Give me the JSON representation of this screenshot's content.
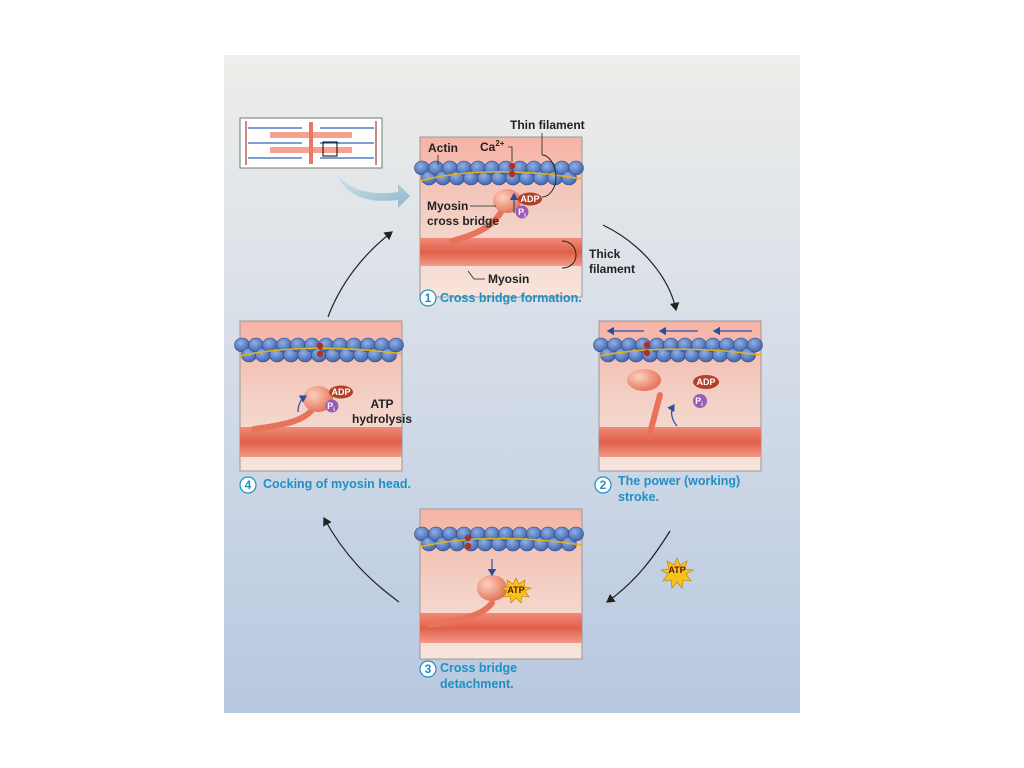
{
  "labels": {
    "thin_filament": "Thin filament",
    "actin": "Actin",
    "calcium": "Ca",
    "calcium_charge": "2+",
    "myosin_cross_bridge_line1": "Myosin",
    "myosin_cross_bridge_line2": "cross bridge",
    "thick_filament_line1": "Thick",
    "thick_filament_line2": "filament",
    "myosin": "Myosin",
    "atp_hydrolysis_line1": "ATP",
    "atp_hydrolysis_line2": "hydrolysis",
    "adp": "ADP",
    "pi_base": "P",
    "pi_sub": "i",
    "atp": "ATP"
  },
  "steps": [
    {
      "number": "1",
      "caption_line1": "Cross bridge formation.",
      "caption_line2": ""
    },
    {
      "number": "2",
      "caption_line1": "The power (working)",
      "caption_line2": "stroke."
    },
    {
      "number": "3",
      "caption_line1": "Cross bridge",
      "caption_line2": "detachment."
    },
    {
      "number": "4",
      "caption_line1": "Cocking of myosin head.",
      "caption_line2": ""
    }
  ],
  "colors": {
    "caption_blue": "#1f8fc4",
    "actin_blue": "#4d72bd",
    "muscle_pink": "#f0a79a",
    "adp_red": "#b2402c",
    "pi_purple": "#9a5ab6",
    "atp_yellow": "#f6c21c"
  }
}
